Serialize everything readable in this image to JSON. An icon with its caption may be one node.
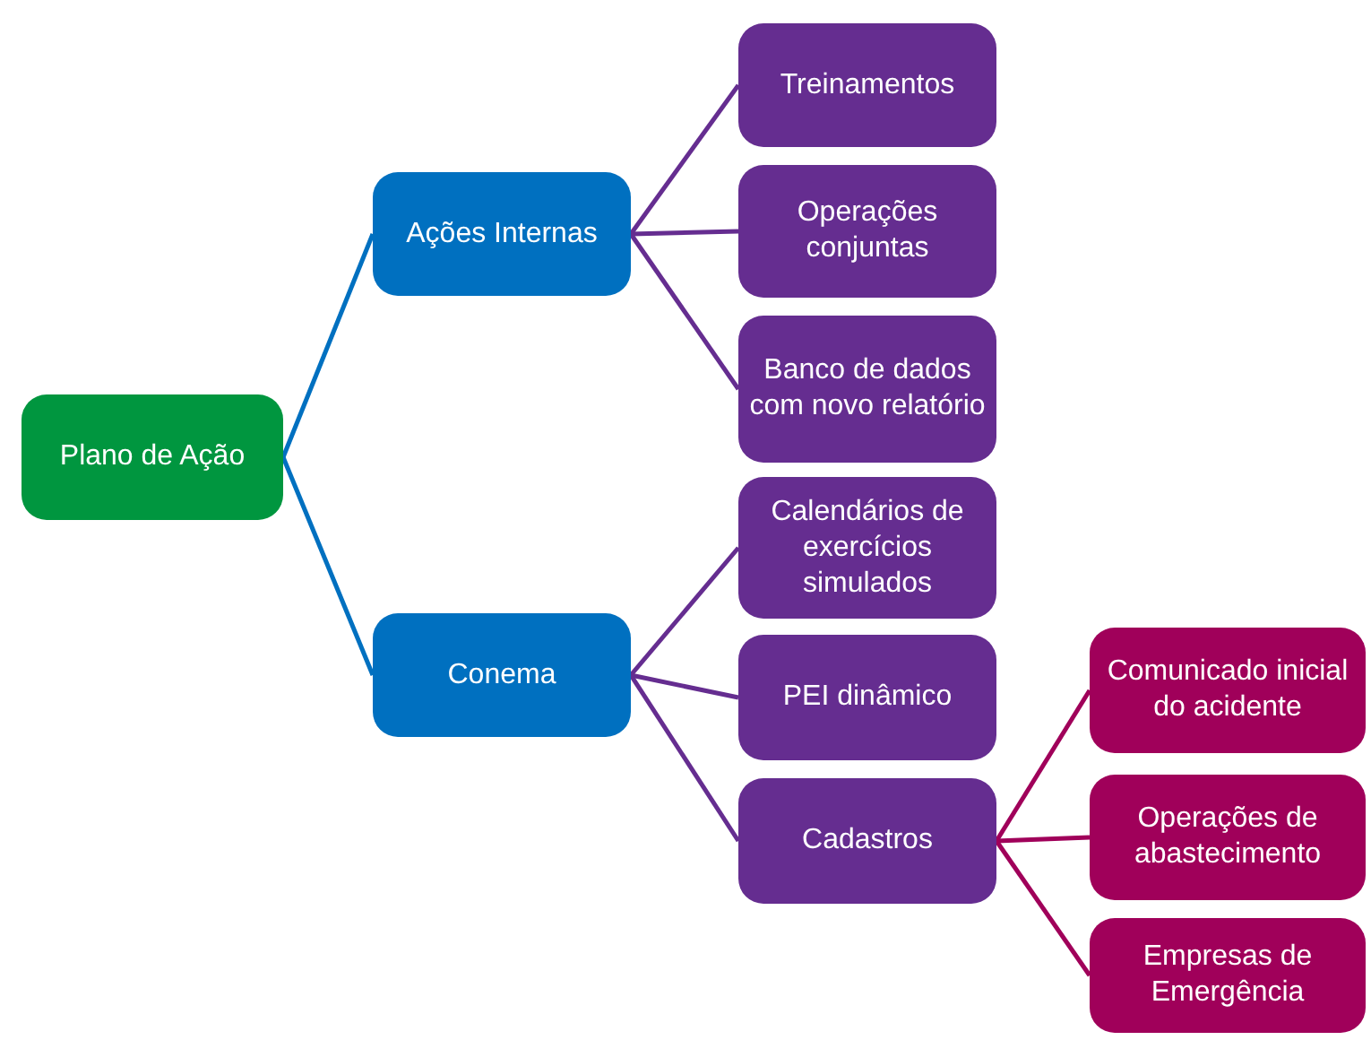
{
  "diagram": {
    "nodes": [
      {
        "text": [
          "Plano de Ação"
        ]
      },
      {
        "text": [
          "Ações Internas"
        ]
      },
      {
        "text": [
          "Conema"
        ]
      },
      {
        "text": [
          "Treinamentos"
        ]
      },
      {
        "text": [
          "Operações conjuntas"
        ]
      },
      {
        "text": [
          "Banco de dados com novo relatório"
        ]
      },
      {
        "text": [
          "Calendários de exercícios simulados"
        ]
      },
      {
        "text": [
          "PEI dinâmico"
        ]
      },
      {
        "text": [
          "Cadastros"
        ]
      },
      {
        "text": [
          "Comunicado inicial do acidente"
        ]
      },
      {
        "text": [
          "Operações de abastecimento"
        ]
      },
      {
        "text": [
          "Empresas de Emergência"
        ]
      }
    ],
    "edges": [
      {
        "from": 0,
        "to": 1,
        "arrow": "none",
        "color": "#0070c0"
      },
      {
        "from": 0,
        "to": 2,
        "arrow": "none",
        "color": "#0070c0"
      },
      {
        "from": 1,
        "to": 3,
        "arrow": "none"
      },
      {
        "from": 1,
        "to": 4,
        "arrow": "none"
      },
      {
        "from": 1,
        "to": 5,
        "arrow": "none"
      },
      {
        "from": 2,
        "to": 6,
        "arrow": "none"
      },
      {
        "from": 2,
        "to": 7,
        "arrow": "none"
      },
      {
        "from": 2,
        "to": 8,
        "arrow": "none"
      },
      {
        "from": 8,
        "to": 9,
        "arrow": "none",
        "color": "#a0005a"
      },
      {
        "from": 8,
        "to": 10,
        "arrow": "none",
        "color": "#a0005a"
      },
      {
        "from": 8,
        "to": 11,
        "arrow": "none",
        "color": "#a0005a"
      }
    ]
  }
}
